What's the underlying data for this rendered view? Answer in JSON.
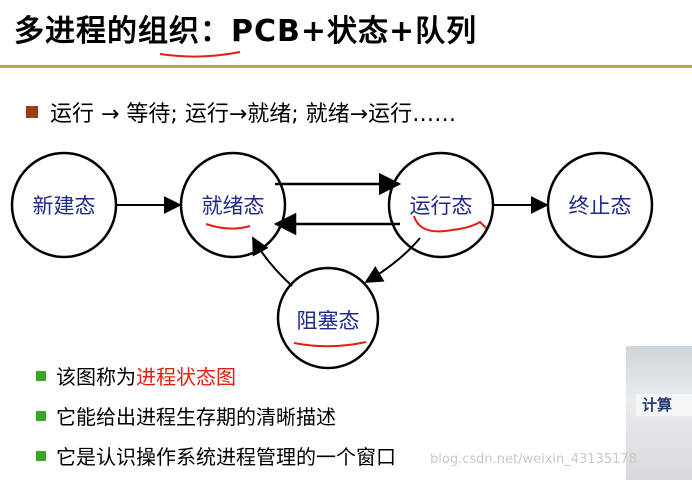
{
  "title": "多进程的组织：PCB+状态+队列",
  "main_bullet": "运行 → 等待; 运行→就绪; 就绪→运行……",
  "states": {
    "new": "新建态",
    "ready": "就绪态",
    "running": "运行态",
    "terminated": "终止态",
    "blocked": "阻塞态"
  },
  "sub_bullets": {
    "item1_prefix": "该图称为",
    "item1_highlight": "进程状态图",
    "item2": "它能给出进程生存期的清晰描述",
    "item3": "它是认识操作系统进程管理的一个窗口"
  },
  "photo_text": "计算",
  "watermark": "blog.csdn.net/weixin_43135178",
  "colors": {
    "title_rule": "#b9a94a",
    "main_bullet_square": "#9b3d12",
    "state_text": "#1f2a8a",
    "highlight_text": "#e02010",
    "sub_bullet_square": "#3aa52a",
    "annotation_underline": "#e02010"
  }
}
